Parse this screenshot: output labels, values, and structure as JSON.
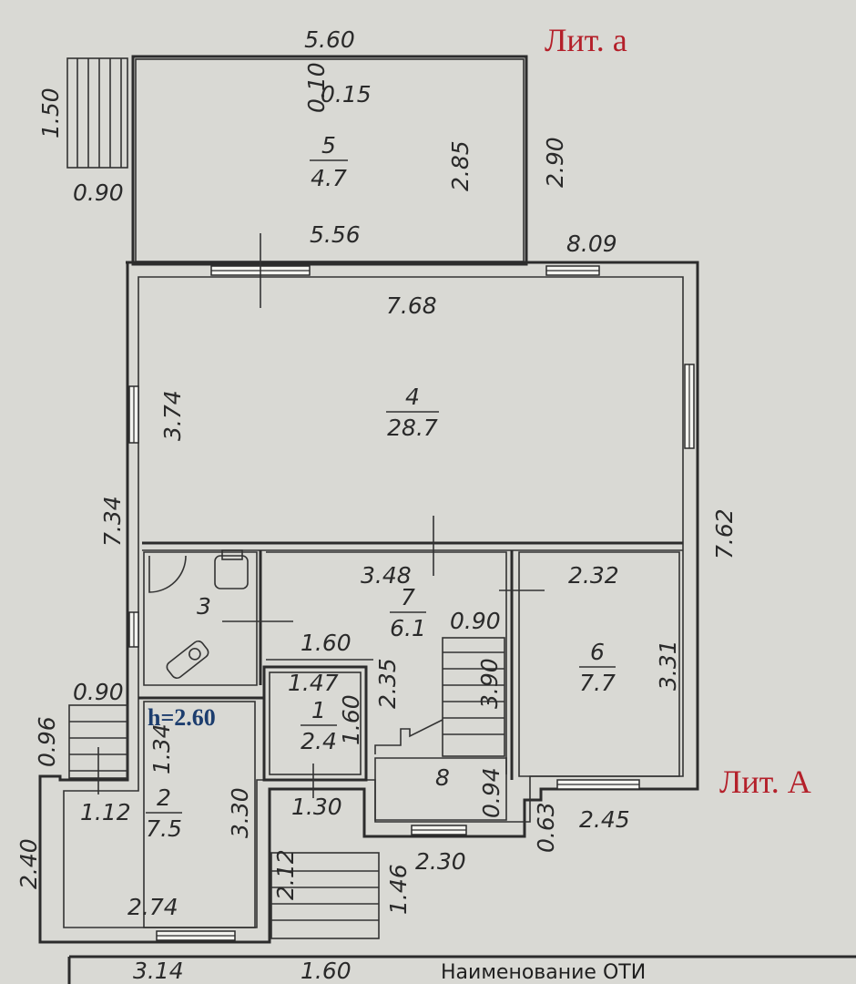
{
  "labels": {
    "lit_a_lower": "Лит. а",
    "lit_a_upper": "Лит. А",
    "ceiling_height": "h=2.60",
    "footer_title": "Наименование ОТИ"
  },
  "rooms": [
    {
      "number": "1",
      "area": "2.4"
    },
    {
      "number": "2",
      "area": "7.5"
    },
    {
      "number": "3",
      "area": ""
    },
    {
      "number": "4",
      "area": "28.7"
    },
    {
      "number": "5",
      "area": "4.7"
    },
    {
      "number": "6",
      "area": "7.7"
    },
    {
      "number": "7",
      "area": "6.1"
    },
    {
      "number": "8",
      "area": ""
    }
  ],
  "dimensions": {
    "d_560": "5.60",
    "d_010": "0.10",
    "d_015": "0.15",
    "d_150": "1.50",
    "d_090_porch": "0.90",
    "d_285": "2.85",
    "d_290": "2.90",
    "d_556": "5.56",
    "d_809": "8.09",
    "d_768": "7.68",
    "d_374": "3.74",
    "d_734": "7.34",
    "d_762": "7.62",
    "d_348": "3.48",
    "d_232": "2.32",
    "d_090_hall": "0.90",
    "d_160_top": "1.60",
    "d_235": "2.35",
    "d_390": "3.90",
    "d_331": "3.31",
    "d_147": "1.47",
    "d_160_room1": "1.60",
    "d_090_stair": "0.90",
    "d_096": "0.96",
    "d_134": "1.34",
    "d_112": "1.12",
    "d_330": "3.30",
    "d_130": "1.30",
    "d_094": "0.94",
    "d_063": "0.63",
    "d_245": "2.45",
    "d_230": "2.30",
    "d_240": "2.40",
    "d_212": "2.12",
    "d_146": "1.46",
    "d_274": "2.74",
    "d_314": "3.14",
    "d_160_bottom": "1.60"
  },
  "colors": {
    "background": "#d9d9d4",
    "lines": "#2c2c2c",
    "lit_labels": "#b4202a",
    "height_label": "#1c3d6e"
  }
}
